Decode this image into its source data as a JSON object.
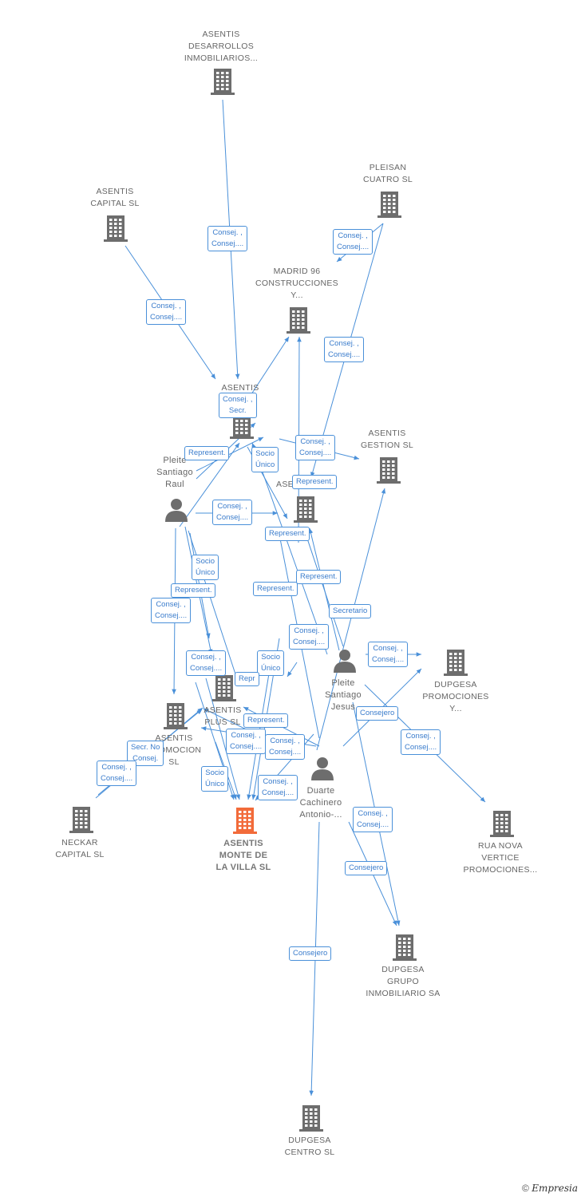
{
  "nodes": {
    "asentis_desarrollos": {
      "lines": [
        "ASENTIS",
        "DESARROLLOS",
        "INMOBILIARIOS..."
      ]
    },
    "asentis_capital": {
      "lines": [
        "ASENTIS",
        "CAPITAL SL"
      ]
    },
    "pleisan": {
      "lines": [
        "PLEISAN",
        "CUATRO SL"
      ]
    },
    "madrid96": {
      "lines": [
        "MADRID 96",
        "CONSTRUCCIONES",
        "Y..."
      ]
    },
    "asentis_con": {
      "lines": [
        "ASENTIS",
        "CON",
        "SL"
      ]
    },
    "asentis_gestion": {
      "lines": [
        "ASENTIS",
        "GESTION SL"
      ]
    },
    "pleite_raul": {
      "lines": [
        "Pleite",
        "Santiago",
        "Raul"
      ]
    },
    "ase_center": {
      "lines": [
        "ASE"
      ]
    },
    "pleite_jesus": {
      "lines": [
        "Pleite",
        "Santiago",
        "Jesus"
      ]
    },
    "dupgesa_promociones": {
      "lines": [
        "DUPGESA",
        "PROMOCIONES",
        "Y..."
      ]
    },
    "asentis_plus": {
      "lines": [
        "ASENTIS",
        "PLUS SL"
      ]
    },
    "asentis_promocion": {
      "lines": [
        "ASENTIS",
        "PROMOCION",
        "SL"
      ]
    },
    "duarte": {
      "lines": [
        "Duarte",
        "Cachinero",
        "Antonio-..."
      ]
    },
    "neckar": {
      "lines": [
        "NECKAR",
        "CAPITAL SL"
      ]
    },
    "asentis_monte": {
      "lines": [
        "ASENTIS",
        "MONTE DE",
        "LA VILLA SL"
      ]
    },
    "rua_nova": {
      "lines": [
        "RUA NOVA",
        "VERTICE",
        "PROMOCIONES..."
      ]
    },
    "dupgesa_grupo": {
      "lines": [
        "DUPGESA",
        "GRUPO",
        "INMOBILIARIO SA"
      ]
    },
    "dupgesa_centro": {
      "lines": [
        "DUPGESA",
        "CENTRO SL"
      ]
    }
  },
  "edge_labels": {
    "e1": [
      "Consej. ,",
      "Consej...."
    ],
    "e2": [
      "Consej. ,",
      "Consej...."
    ],
    "e3": [
      "Consej. ,",
      "Consej...."
    ],
    "e4": [
      "Consej. ,",
      "Consej...."
    ],
    "e5": [
      "Consej. ,",
      "Secr."
    ],
    "e6": [
      "Represent."
    ],
    "e7": [
      "Socio",
      "Único"
    ],
    "e8": [
      "Consej. ,",
      "Consej...."
    ],
    "e9": [
      "Represent."
    ],
    "e10": [
      "Consej. ,",
      "Consej...."
    ],
    "e11": [
      "Represent."
    ],
    "e12": [
      "Socio",
      "Único"
    ],
    "e13": [
      "Represent."
    ],
    "e14": [
      "Represent."
    ],
    "e15": [
      "Represent."
    ],
    "e16": [
      "Consej. ,",
      "Consej...."
    ],
    "e17": [
      "Secretario"
    ],
    "e18": [
      "Consej. ,",
      "Consej...."
    ],
    "e19": [
      "Consej. ,",
      "Consej...."
    ],
    "e20": [
      "Consej. ,",
      "Consej...."
    ],
    "e21": [
      "Socio",
      "Único"
    ],
    "e22": [
      "Repr"
    ],
    "e23": [
      "Consejero"
    ],
    "e24": [
      "Represent."
    ],
    "e25": [
      "Consej. ,",
      "Consej...."
    ],
    "e26": [
      "Consej. ,",
      "Consej...."
    ],
    "e27": [
      "Consej. ,",
      "Consej...."
    ],
    "e28": [
      "Secr. No",
      "Consej."
    ],
    "e29": [
      "Consej. ,",
      "Consej...."
    ],
    "e30": [
      "Socio",
      "Único"
    ],
    "e31": [
      "Consej. ,",
      "Consej...."
    ],
    "e32": [
      "Consej. ,",
      "Consej...."
    ],
    "e33": [
      "Consejero"
    ],
    "e34": [
      "Consejero"
    ]
  },
  "footer": {
    "copyright": "©",
    "brand": "Empresia"
  },
  "colors": {
    "edge": "#4a90d9",
    "icon": "#6d6d6d",
    "focus": "#f26b3a",
    "text": "#666666"
  }
}
